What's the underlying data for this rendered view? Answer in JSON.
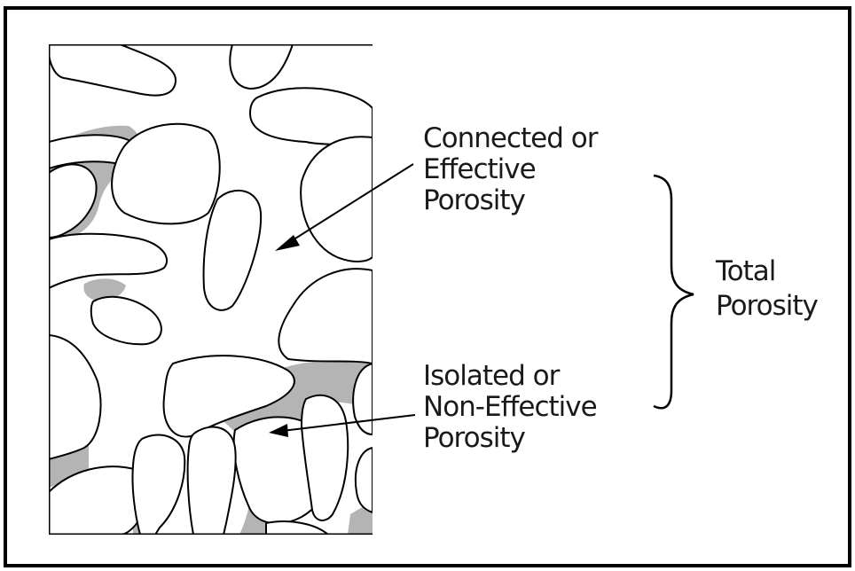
{
  "labels": {
    "connected_line1": "Connected or",
    "connected_line2": "Effective",
    "connected_line3": "Porosity",
    "isolated_line1": "Isolated or",
    "isolated_line2": "Non-Effective",
    "isolated_line3": "Porosity",
    "total_line1": "Total",
    "total_line2": "Porosity"
  },
  "colors": {
    "frame": "#000000",
    "grain_outline": "#000000",
    "cement_fill": "#b4b4b4",
    "text": "#1a1a1a"
  }
}
